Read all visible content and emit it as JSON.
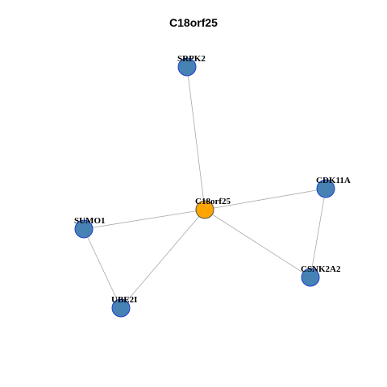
{
  "title": "C18orf25",
  "colors": {
    "center_node_fill": "#FFA500",
    "node_fill": "#4682B4",
    "node_stroke": "#1F3FCC",
    "center_node_stroke": "#555555",
    "edge": "#A9A9A9"
  },
  "nodes": [
    {
      "id": "C18orf25",
      "label": "C18orf25",
      "center": true
    },
    {
      "id": "SRPK2",
      "label": "SRPK2"
    },
    {
      "id": "CDK11A",
      "label": "CDK11A"
    },
    {
      "id": "SUMO1",
      "label": "SUMO1"
    },
    {
      "id": "CSNK2A2",
      "label": "CSNK2A2"
    },
    {
      "id": "UBE2I",
      "label": "UBE2I"
    }
  ],
  "edges": [
    [
      "C18orf25",
      "SRPK2"
    ],
    [
      "C18orf25",
      "CDK11A"
    ],
    [
      "C18orf25",
      "SUMO1"
    ],
    [
      "C18orf25",
      "CSNK2A2"
    ],
    [
      "C18orf25",
      "UBE2I"
    ],
    [
      "CDK11A",
      "CSNK2A2"
    ],
    [
      "SUMO1",
      "UBE2I"
    ]
  ]
}
